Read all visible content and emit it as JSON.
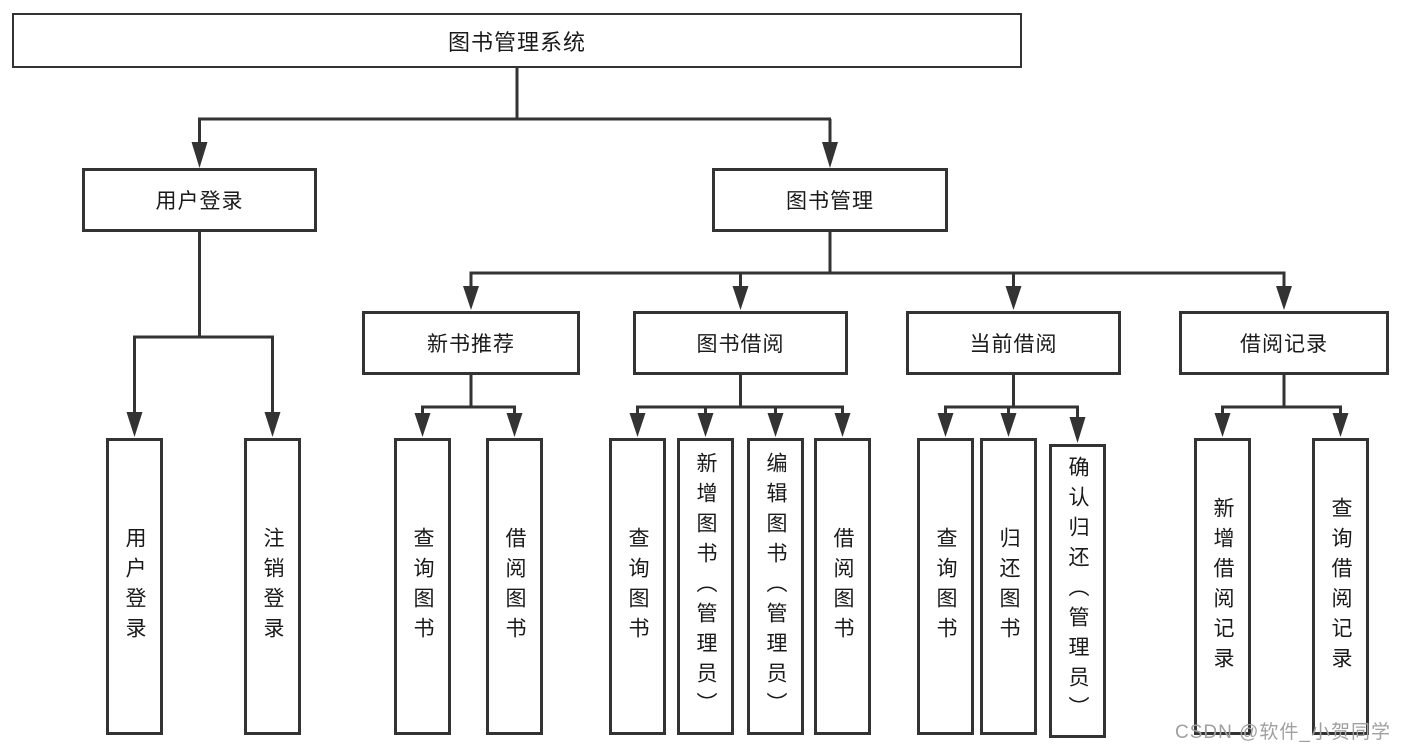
{
  "diagram": {
    "root": {
      "label": "图书管理系统",
      "children": [
        {
          "label": "用户登录",
          "children": [
            {
              "label": "用户登录"
            },
            {
              "label": "注销登录"
            }
          ]
        },
        {
          "label": "图书管理",
          "children": [
            {
              "label": "新书推荐",
              "children": [
                {
                  "label": "查询图书"
                },
                {
                  "label": "借阅图书"
                }
              ]
            },
            {
              "label": "图书借阅",
              "children": [
                {
                  "label": "查询图书"
                },
                {
                  "label": "新增图书（管理员）"
                },
                {
                  "label": "编辑图书（管理员）"
                },
                {
                  "label": "借阅图书"
                }
              ]
            },
            {
              "label": "当前借阅",
              "children": [
                {
                  "label": "查询图书"
                },
                {
                  "label": "归还图书"
                },
                {
                  "label": "确认归还（管理员）"
                }
              ]
            },
            {
              "label": "借阅记录",
              "children": [
                {
                  "label": "新增借阅记录"
                },
                {
                  "label": "查询借阅记录"
                }
              ]
            }
          ]
        }
      ]
    }
  },
  "watermark": {
    "text": "CSDN @软件_小贺同学"
  },
  "colors": {
    "line": "#333333",
    "box_border": "#333333",
    "box_bg": "#ffffff",
    "text": "#1a1a1a",
    "watermark": "#a0a0a0"
  }
}
